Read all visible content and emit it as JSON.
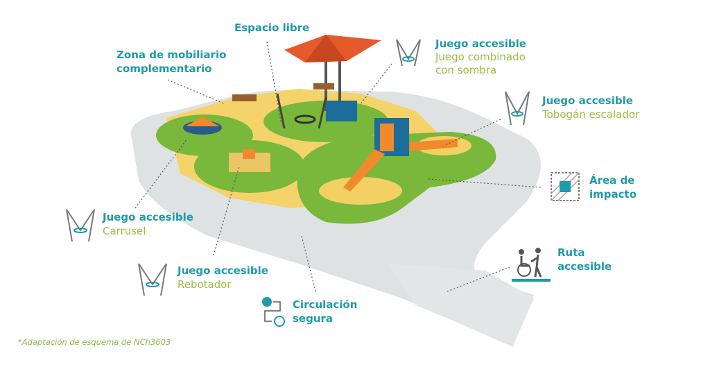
{
  "labels": {
    "espacio_libre": "Espacio libre",
    "zona_mobiliario_1": "Zona de mobiliario",
    "zona_mobiliario_2": "complementario",
    "juego_combinado_title": "Juego accesible",
    "juego_combinado_sub1": "Juego combinado",
    "juego_combinado_sub2": "con sombra",
    "tobogan_title": "Juego accesible",
    "tobogan_sub": "Tobogán escalador",
    "area_impacto_1": "Área de",
    "area_impacto_2": "impacto",
    "carrusel_title": "Juego accesible",
    "carrusel_sub": "Carrusel",
    "rebotador_title": "Juego accesible",
    "rebotador_sub": "Rebotador",
    "ruta_1": "Ruta",
    "ruta_2": "accesible",
    "circulacion_1": "Circulación",
    "circulacion_2": "segura"
  },
  "footnote": "*Adaptación de esquema de NCh3603",
  "colors": {
    "teal": "#1f9aa8",
    "olive": "#9cbc43",
    "green": "#79b83a",
    "yellow": "#f4d36a",
    "orange": "#f08a2c",
    "gray_path": "#dfe2e2"
  },
  "icons": [
    "swing-icon",
    "impact-area-icon",
    "wheelchair-route-icon",
    "safe-circulation-icon"
  ]
}
